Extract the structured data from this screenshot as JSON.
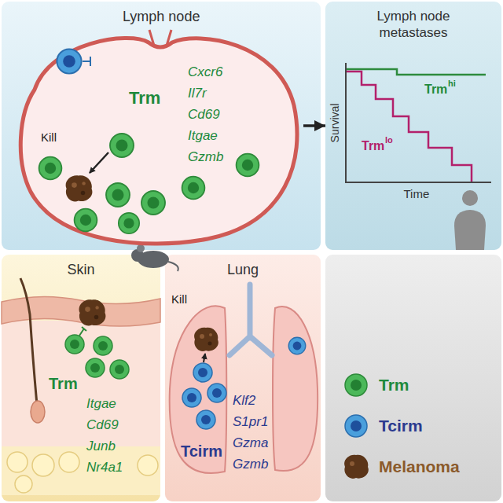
{
  "diagram": {
    "nodes": [
      {
        "text": [
          "Lymph node"
        ]
      },
      {
        "text": [
          "Trm",
          "Cxcr6 Il7r Cd69 Itgae Gzmb"
        ],
        "in": 0
      },
      {
        "text": [
          "Lymph node metastases"
        ]
      },
      {
        "text": [
          "Skin",
          "Trm",
          "Itgae Cd69 Junb Nr4a1"
        ]
      },
      {
        "text": [
          "Lung",
          "Tcirm",
          "Klf2 S1pr1 Gzma Gzmb"
        ]
      }
    ],
    "edges": [
      {
        "from": 1,
        "to": 2,
        "arrow": "to"
      }
    ],
    "labels": [
      "Kill",
      "Survival",
      "Time",
      "Trm",
      "hi",
      "Trm",
      "lo",
      "Kill"
    ],
    "legend": [
      {
        "text": "Trm",
        "color": "#4cb85a"
      },
      {
        "text": "Tcirm",
        "color": "#4a9fdc"
      },
      {
        "text": "Melanoma",
        "color": "#5b3519"
      }
    ]
  }
}
